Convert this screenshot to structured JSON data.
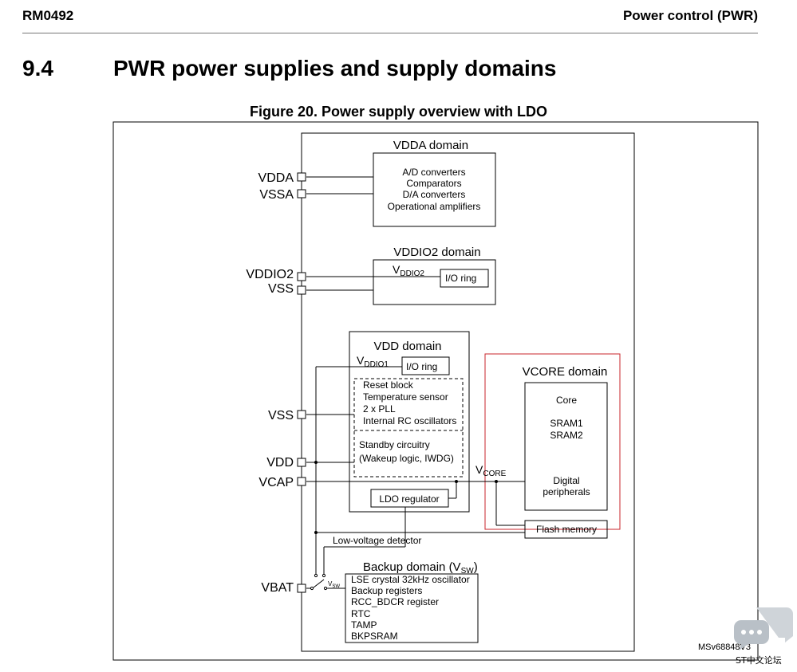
{
  "header": {
    "doc_id": "RM0492",
    "chapter": "Power control (PWR)"
  },
  "section": {
    "number": "9.4",
    "title": "PWR power supplies and supply domains"
  },
  "figure": {
    "title": "Figure 20. Power supply overview with LDO",
    "ref": "MSv68848V3",
    "pins": {
      "vdda": "VDDA",
      "vssa": "VSSA",
      "vddio2": "VDDIO2",
      "vss1": "VSS",
      "vss2": "VSS",
      "vdd": "VDD",
      "vcap": "VCAP",
      "vbat": "VBAT"
    },
    "vdda_domain": {
      "title": "VDDA domain",
      "items": [
        "A/D converters",
        "Comparators",
        "D/A converters",
        "Operational amplifiers"
      ]
    },
    "vddio2_domain": {
      "title": "VDDIO2 domain",
      "supply_main": "V",
      "supply_sub": "DDIO2",
      "io_ring": "I/O ring"
    },
    "vdd_domain": {
      "title": "VDD domain",
      "supply_main": "V",
      "supply_sub": "DDIO1",
      "io_ring": "I/O ring",
      "block1": [
        "Reset block",
        "Temperature sensor",
        "2 x PLL",
        "Internal RC oscillators"
      ],
      "block2": [
        "Standby circuitry",
        "(Wakeup logic, IWDG)"
      ],
      "ldo": "LDO regulator"
    },
    "vcore_domain": {
      "title": "VCORE domain",
      "core_items": [
        "Core",
        "SRAM1",
        "SRAM2"
      ],
      "peripherals": [
        "Digital",
        "peripherals"
      ],
      "vcore_main": "V",
      "vcore_sub": "CORE",
      "flash": "Flash memory"
    },
    "lvd": "Low-voltage detector",
    "backup_domain": {
      "title_main": "Backup domain (V",
      "title_sub": "SW",
      "title_end": ")",
      "items": [
        "LSE crystal 32kHz oscillator",
        "Backup registers",
        "RCC_BDCR register",
        "RTC",
        "TAMP",
        "BKPSRAM"
      ]
    },
    "switch": {
      "main": "V",
      "sub": "SW"
    },
    "vcore_highlight_color": "#c8262b"
  },
  "watermark": {
    "text": "ST中文论坛",
    "icon": "chat-bubble-icon"
  }
}
